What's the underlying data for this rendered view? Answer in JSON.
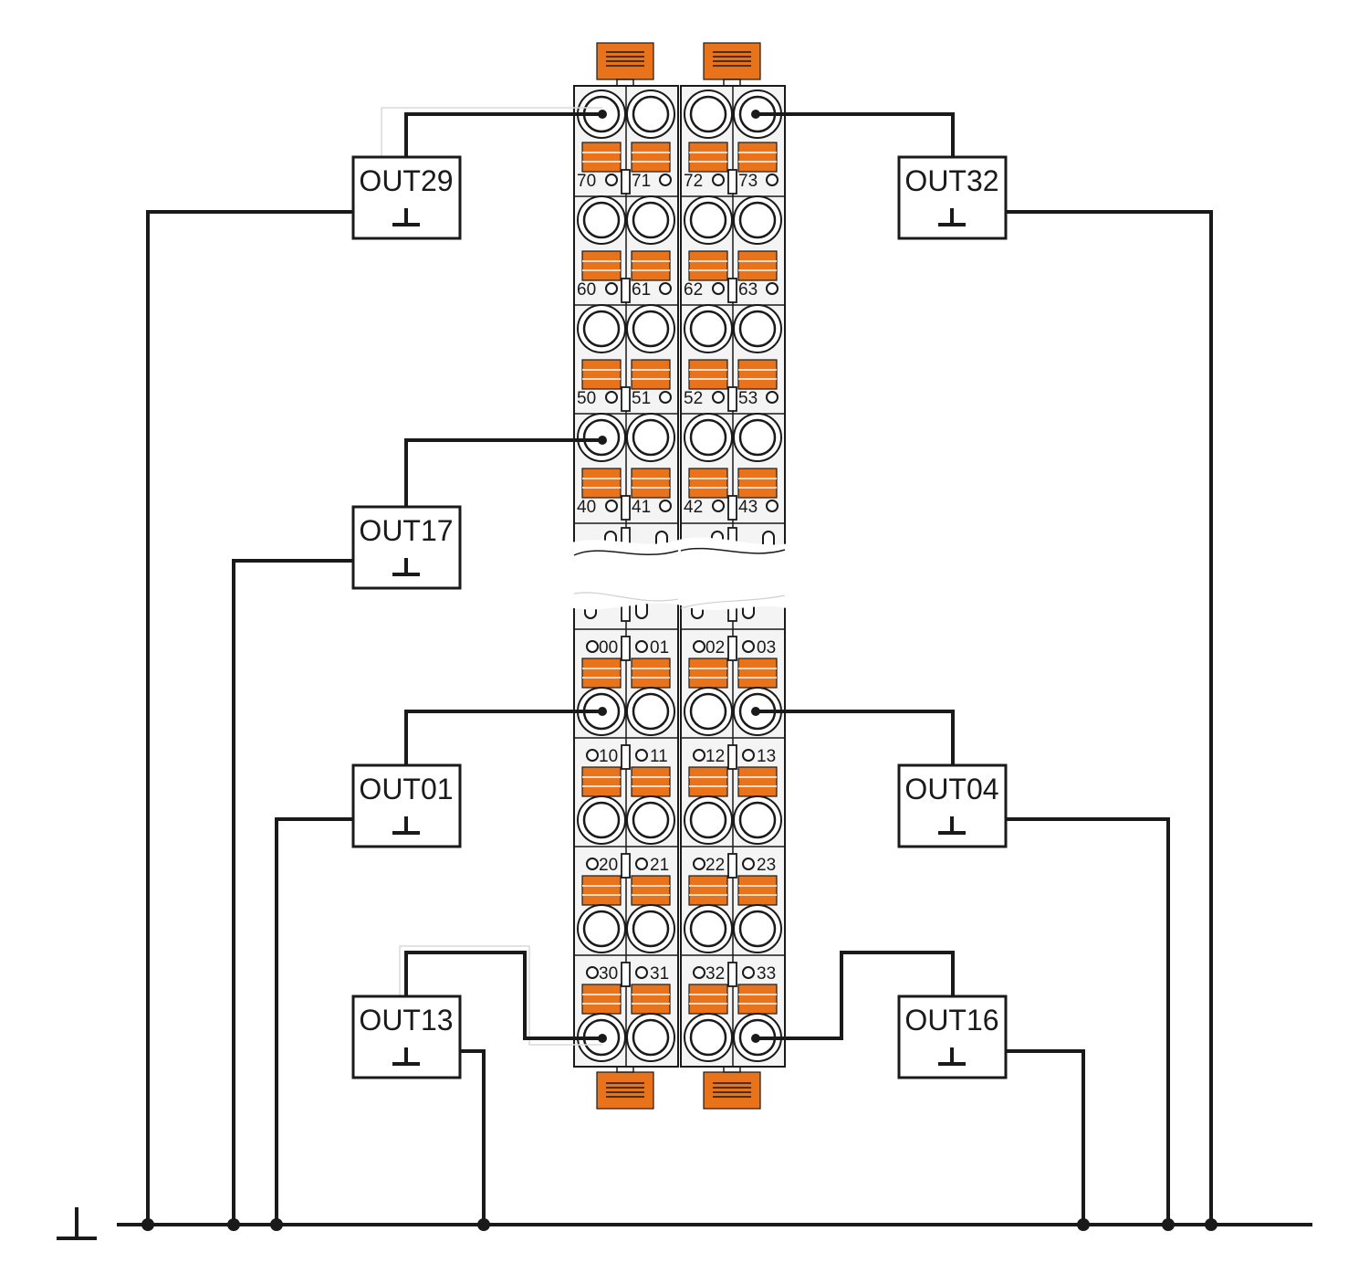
{
  "diagram": {
    "output_boxes": [
      {
        "id": "out29",
        "label": "OUT29"
      },
      {
        "id": "out32",
        "label": "OUT32"
      },
      {
        "id": "out17",
        "label": "OUT17"
      },
      {
        "id": "out01",
        "label": "OUT01"
      },
      {
        "id": "out04",
        "label": "OUT04"
      },
      {
        "id": "out13",
        "label": "OUT13"
      },
      {
        "id": "out16",
        "label": "OUT16"
      }
    ],
    "ground_symbol": "⊥",
    "module_left_upper_pins": [
      [
        "70",
        "71"
      ],
      [
        "60",
        "61"
      ],
      [
        "50",
        "51"
      ],
      [
        "40",
        "41"
      ]
    ],
    "module_right_upper_pins": [
      [
        "72",
        "73"
      ],
      [
        "62",
        "63"
      ],
      [
        "52",
        "53"
      ],
      [
        "42",
        "43"
      ]
    ],
    "module_left_lower_pins": [
      [
        "00",
        "01"
      ],
      [
        "10",
        "11"
      ],
      [
        "20",
        "21"
      ],
      [
        "30",
        "31"
      ]
    ],
    "module_right_lower_pins": [
      [
        "02",
        "03"
      ],
      [
        "12",
        "13"
      ],
      [
        "22",
        "23"
      ],
      [
        "32",
        "33"
      ]
    ],
    "colors": {
      "accent": "#e8731a",
      "line": "#1a1a1a",
      "background": "#ffffff"
    }
  }
}
